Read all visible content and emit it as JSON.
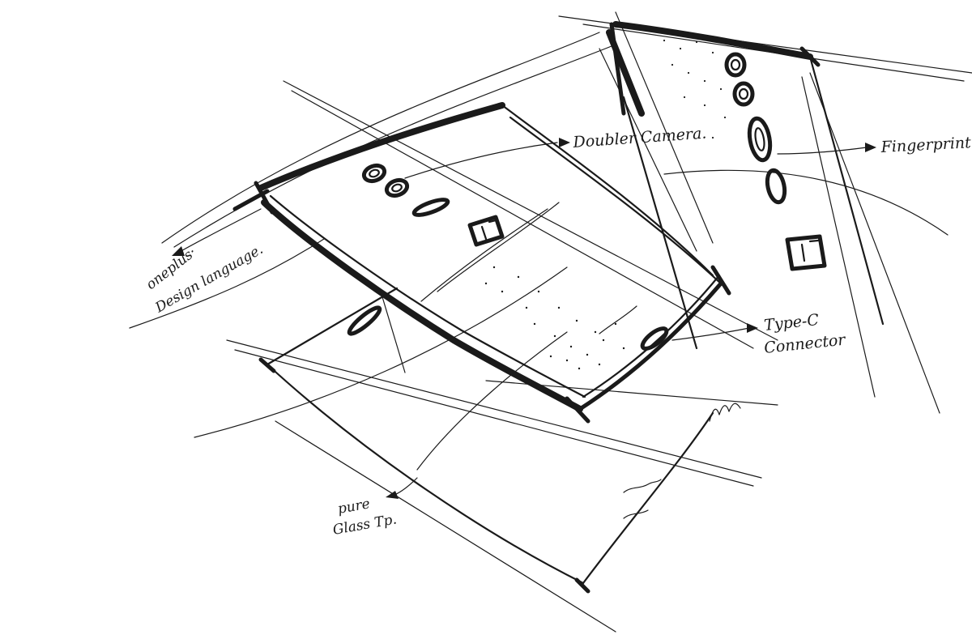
{
  "annotations": {
    "dual_camera": "Doubler Camera.",
    "fingerprint": "Fingerprint",
    "design_language_line1": "oneplus·",
    "design_language_line2": "Design language.",
    "type_c_line1": "Type-C",
    "type_c_line2": "Connector",
    "glass_line1": "pure",
    "glass_line2": "Glass Tp."
  },
  "colors": {
    "ink": "#1a1a1a",
    "paper": "#ffffff"
  },
  "icons": [
    "oneplus-logo-icon",
    "camera-lens-icon",
    "fingerprint-sensor-icon",
    "usb-c-port-icon",
    "arrow-icon",
    "signature-scribble"
  ]
}
